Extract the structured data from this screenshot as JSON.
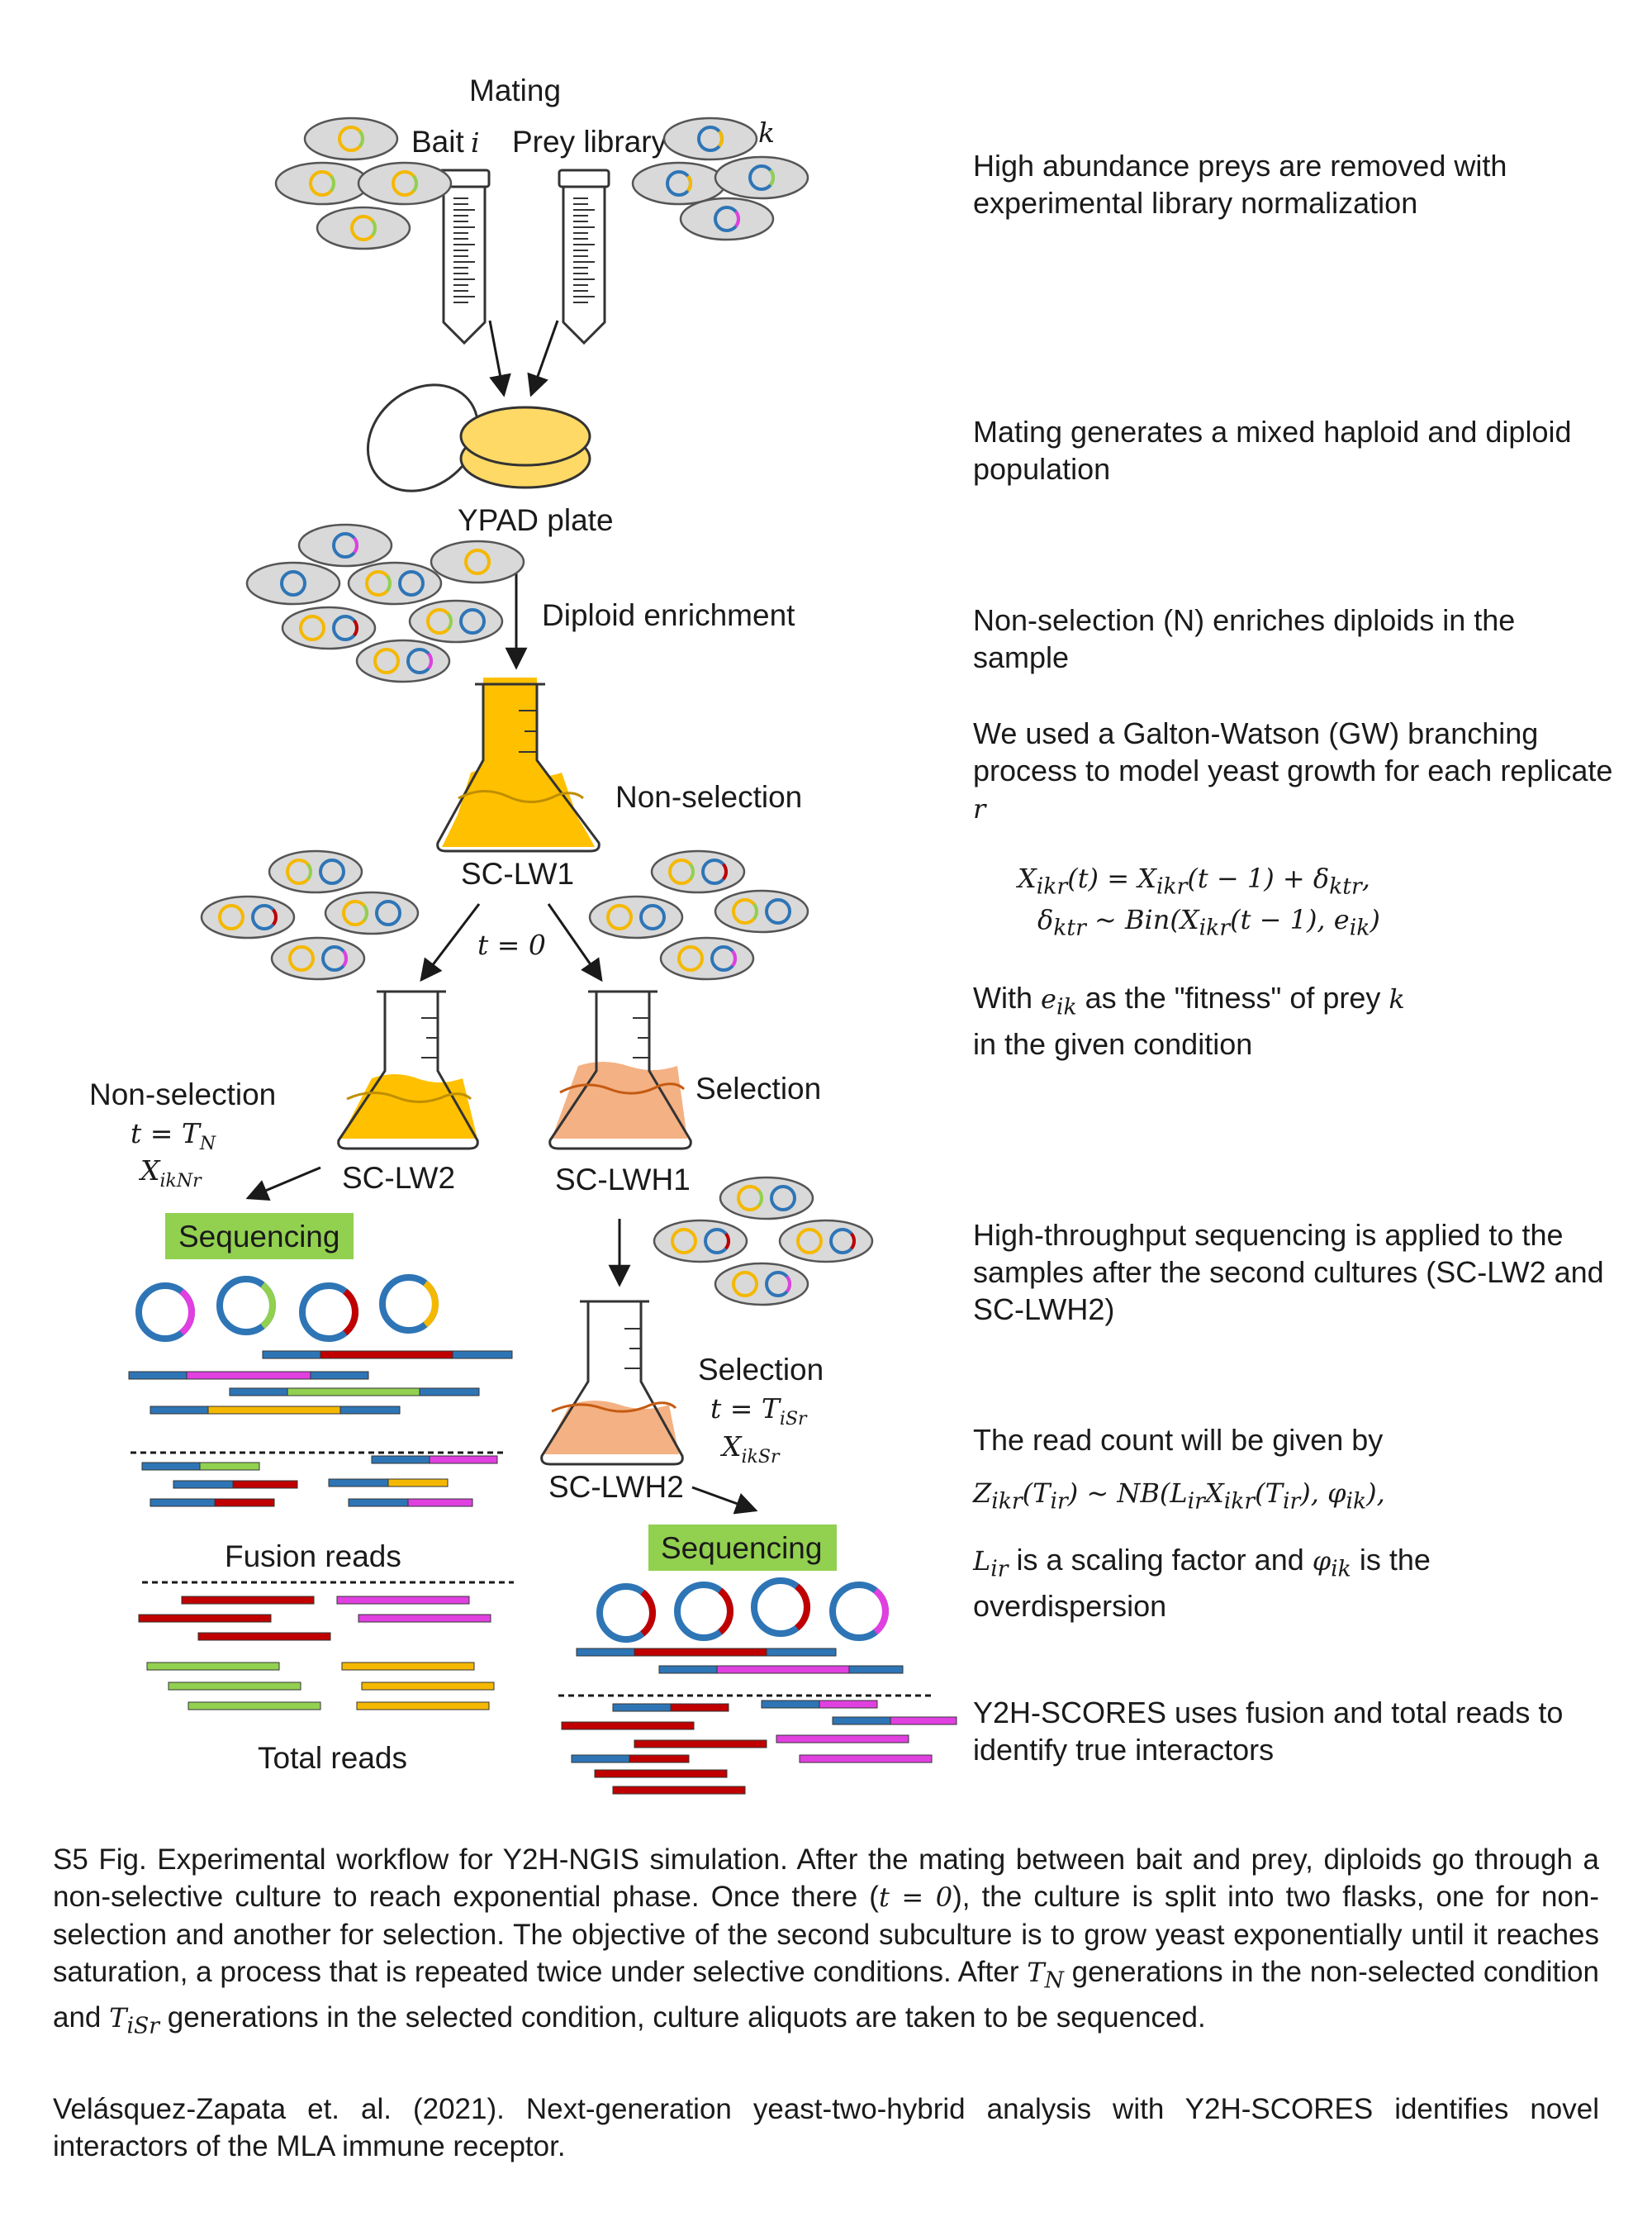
{
  "labels": {
    "mating": "Mating",
    "bait": "Bait",
    "bait_var": "i",
    "prey_library": "Prey library",
    "prey_var": "k",
    "ypad_plate": "YPAD plate",
    "diploid_enrichment": "Diploid enrichment",
    "non_selection_top": "Non-selection",
    "sc_lw1": "SC-LW1",
    "t_zero": "t = 0",
    "non_selection_left": "Non-selection",
    "t_tn": "t = T_N",
    "x_iknr": "X_ikNr",
    "sc_lw2": "SC-LW2",
    "selection_right": "Selection",
    "sc_lwh1": "SC-LWH1",
    "sequencing_left": "Sequencing",
    "selection_lower": "Selection",
    "t_tisr": "t = T_iSr",
    "x_iksr": "X_ikSr",
    "sc_lwh2": "SC-LWH2",
    "sequencing_right": "Sequencing",
    "fusion_reads": "Fusion reads",
    "total_reads": "Total reads"
  },
  "notes": {
    "n1": "High abundance preys are removed with experimental library normalization",
    "n2": "Mating generates a mixed haploid and diploid population",
    "n3": "Non-selection (N) enriches diploids in the sample",
    "n4a": "We used a Galton-Watson (GW) branching process to model yeast growth for each replicate",
    "n4b": "r",
    "eq1": "X_ikr(t) = X_ikr(t − 1) + δ_ktr,",
    "eq2": "δ_ktr ~ Bin(X_ikr(t − 1), e_ik)",
    "n5a": "With",
    "n5b": "e_ik",
    "n5c": "as the \"fitness\" of prey",
    "n5d": "k",
    "n5e": "in the given condition",
    "n6": "High-throughput sequencing is applied to the samples after the second cultures (SC-LW2 and SC-LWH2)",
    "n7": "The read count will be given by",
    "eq3": "Z_ikr(T_ir) ~ NB(L_ir X_ikr(T_ir), φ_ik),",
    "n8a": "L_ir",
    "n8b": "is a scaling factor and",
    "n8c": "φ_ik",
    "n8d": "is the overdispersion",
    "n9": "Y2H-SCORES uses fusion and total reads to identify true interactors"
  },
  "caption": {
    "p1a": "S5 Fig. Experimental workflow for Y2H-NGIS simulation. After the mating between bait and prey, diploids go through a non-selective culture to reach exponential phase. Once there (",
    "p1b": "t = 0",
    "p1c": "), the culture is split into two flasks, one for non-selection and another for selection. The objective of the second subculture is to grow yeast exponentially until it reaches saturation, a process that is repeated twice under selective conditions. After",
    "p1d": "T_N",
    "p1e": "generations in the non-selected condition and",
    "p1f": "T_iSr",
    "p1g": "generations in the selected condition, culture aliquots are taken to be sequenced.",
    "p2": "Velásquez-Zapata et. al. (2021). Next-generation yeast-two-hybrid analysis with Y2H-SCORES identifies novel interactors of the MLA immune receptor."
  },
  "colors": {
    "blue": "#2e75b6",
    "gold": "#f5b800",
    "orange_fill": "#f4b183",
    "plate_fill": "#ffd966",
    "seq_green": "#92d050",
    "red": "#c00000",
    "magenta": "#e040e0",
    "green": "#92d050",
    "cell_gray": "#d9d9d9"
  }
}
